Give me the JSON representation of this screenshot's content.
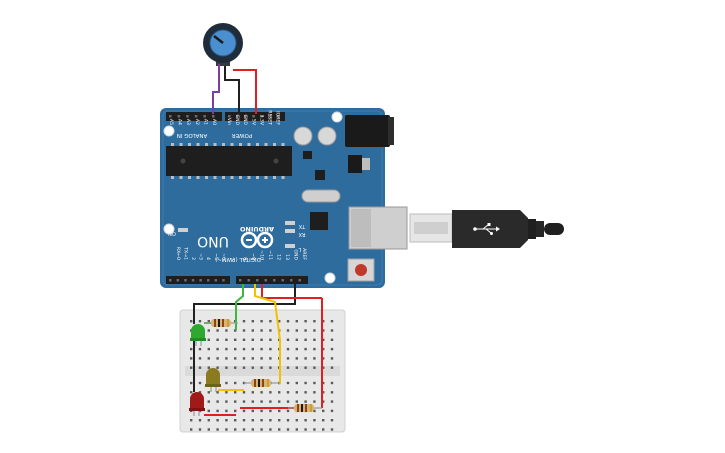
{
  "board": {
    "logo": "ARDUINO",
    "model": "UNO",
    "analog_header": "ANALOG IN",
    "power_header": "POWER",
    "digital_header": "DIGITAL (PWM~)",
    "analog_pins": [
      "A0",
      "A1",
      "A2",
      "A3",
      "A4",
      "A5"
    ],
    "power_pins": [
      "Vin",
      "GND",
      "GND",
      "5V",
      "3.3V",
      "RESET",
      "IOREF"
    ],
    "digital_pins_right": [
      "AREF",
      "GND",
      "13",
      "12",
      "~11",
      "~10",
      "~9",
      "8"
    ],
    "digital_pins_left": [
      "7",
      "~6",
      "~5",
      "4",
      "~3",
      "2",
      "TX→1",
      "RX←0"
    ],
    "led_labels": {
      "on": "ON",
      "tx": "TX",
      "rx": "RX",
      "l": "L"
    }
  },
  "colors": {
    "board": "#2f6c9e",
    "board_dark": "#23557f",
    "breadboard": "#e8e8e8",
    "wire_red": "#e02020",
    "wire_black": "#202020",
    "wire_purple": "#7b3fa0",
    "wire_green": "#3db83d",
    "wire_yellow": "#f2c200",
    "wire_orange": "#e08a00",
    "led_green": "#2fa82f",
    "led_yellow": "#8a7a20",
    "led_red": "#a11a1a",
    "resistor": "#d9b27a",
    "usb_cable": "#2a2a2a"
  },
  "components": {
    "potentiometer": "potentiometer",
    "usb": "usb-b-cable",
    "leds": [
      "green-led",
      "yellow-led",
      "red-led"
    ],
    "resistors": 3
  }
}
